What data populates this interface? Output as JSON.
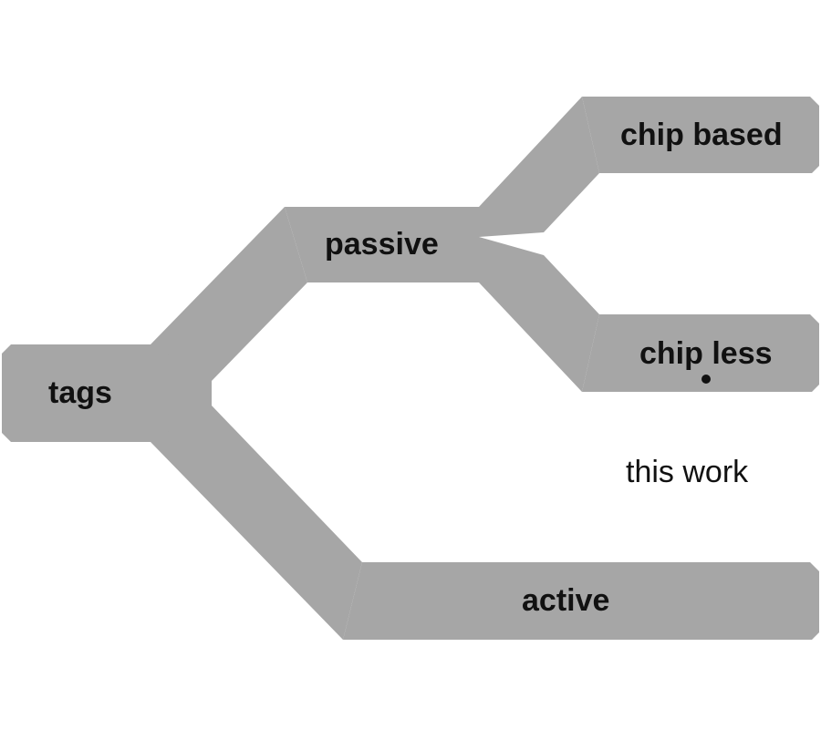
{
  "diagram": {
    "colors": {
      "branch": "#a6a6a6",
      "text": "#111111",
      "background": "#ffffff"
    },
    "nodes": {
      "tags": "tags",
      "passive": "passive",
      "active": "active",
      "chip_based": "chip based",
      "chip_less": "chip less"
    },
    "annotation": "this work"
  }
}
